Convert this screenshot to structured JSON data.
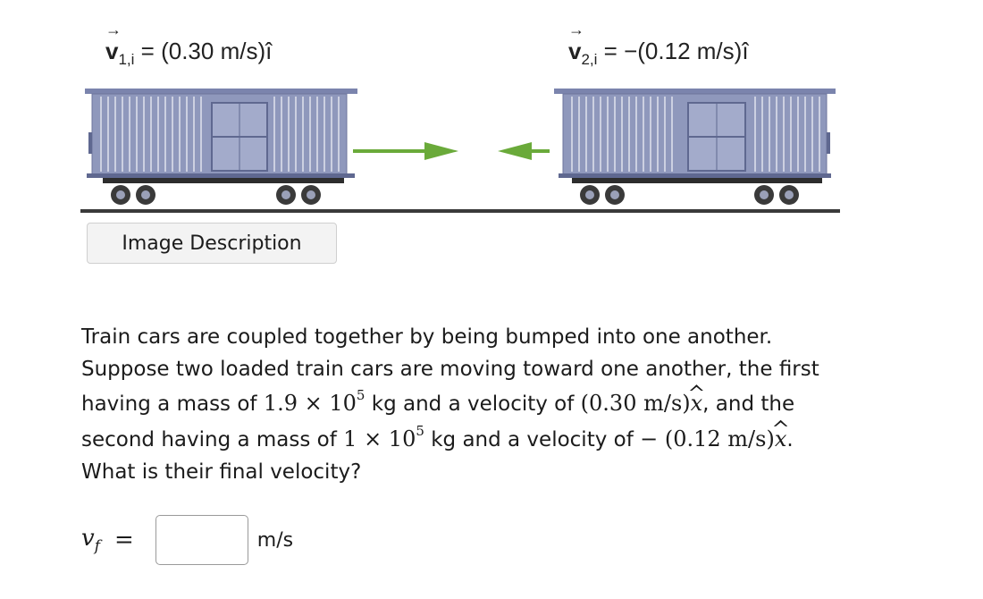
{
  "figure": {
    "label1": {
      "symbol": "v",
      "subscript": "1,i",
      "equals": "=",
      "value": "(0.30 m/s)",
      "unit_vector": "î"
    },
    "label2": {
      "symbol": "v",
      "subscript": "2,i",
      "equals": "=",
      "value": "−(0.12 m/s)",
      "unit_vector": "î"
    },
    "colors": {
      "car_body": "#8f98bc",
      "car_dark": "#5f6890",
      "arrow": "#6aaa3a",
      "track": "#3a3a3a"
    }
  },
  "image_description_button": "Image Description",
  "problem": {
    "line1": "Train cars are coupled together by being bumped into one another.",
    "line2": "Suppose two loaded train cars are moving toward one another, the first",
    "line3_a": "having a mass of ",
    "line3_math1": "1.9 × 10",
    "line3_exp": "5",
    "line3_b": " kg and a velocity of ",
    "line3_math2": "(0.30 m/s)",
    "line3_hat": "x",
    "line3_c": ", and the",
    "line4_a": "second having a mass of ",
    "line4_math1": "1 × 10",
    "line4_exp": "5",
    "line4_b": " kg and a velocity of ",
    "line4_math2": "− (0.12 m/s)",
    "line4_hat": "x",
    "line4_c": ".",
    "line5": "What is their final velocity?"
  },
  "answer": {
    "var": "v",
    "sub": "f",
    "equals": "=",
    "value": "",
    "unit": "m/s"
  }
}
